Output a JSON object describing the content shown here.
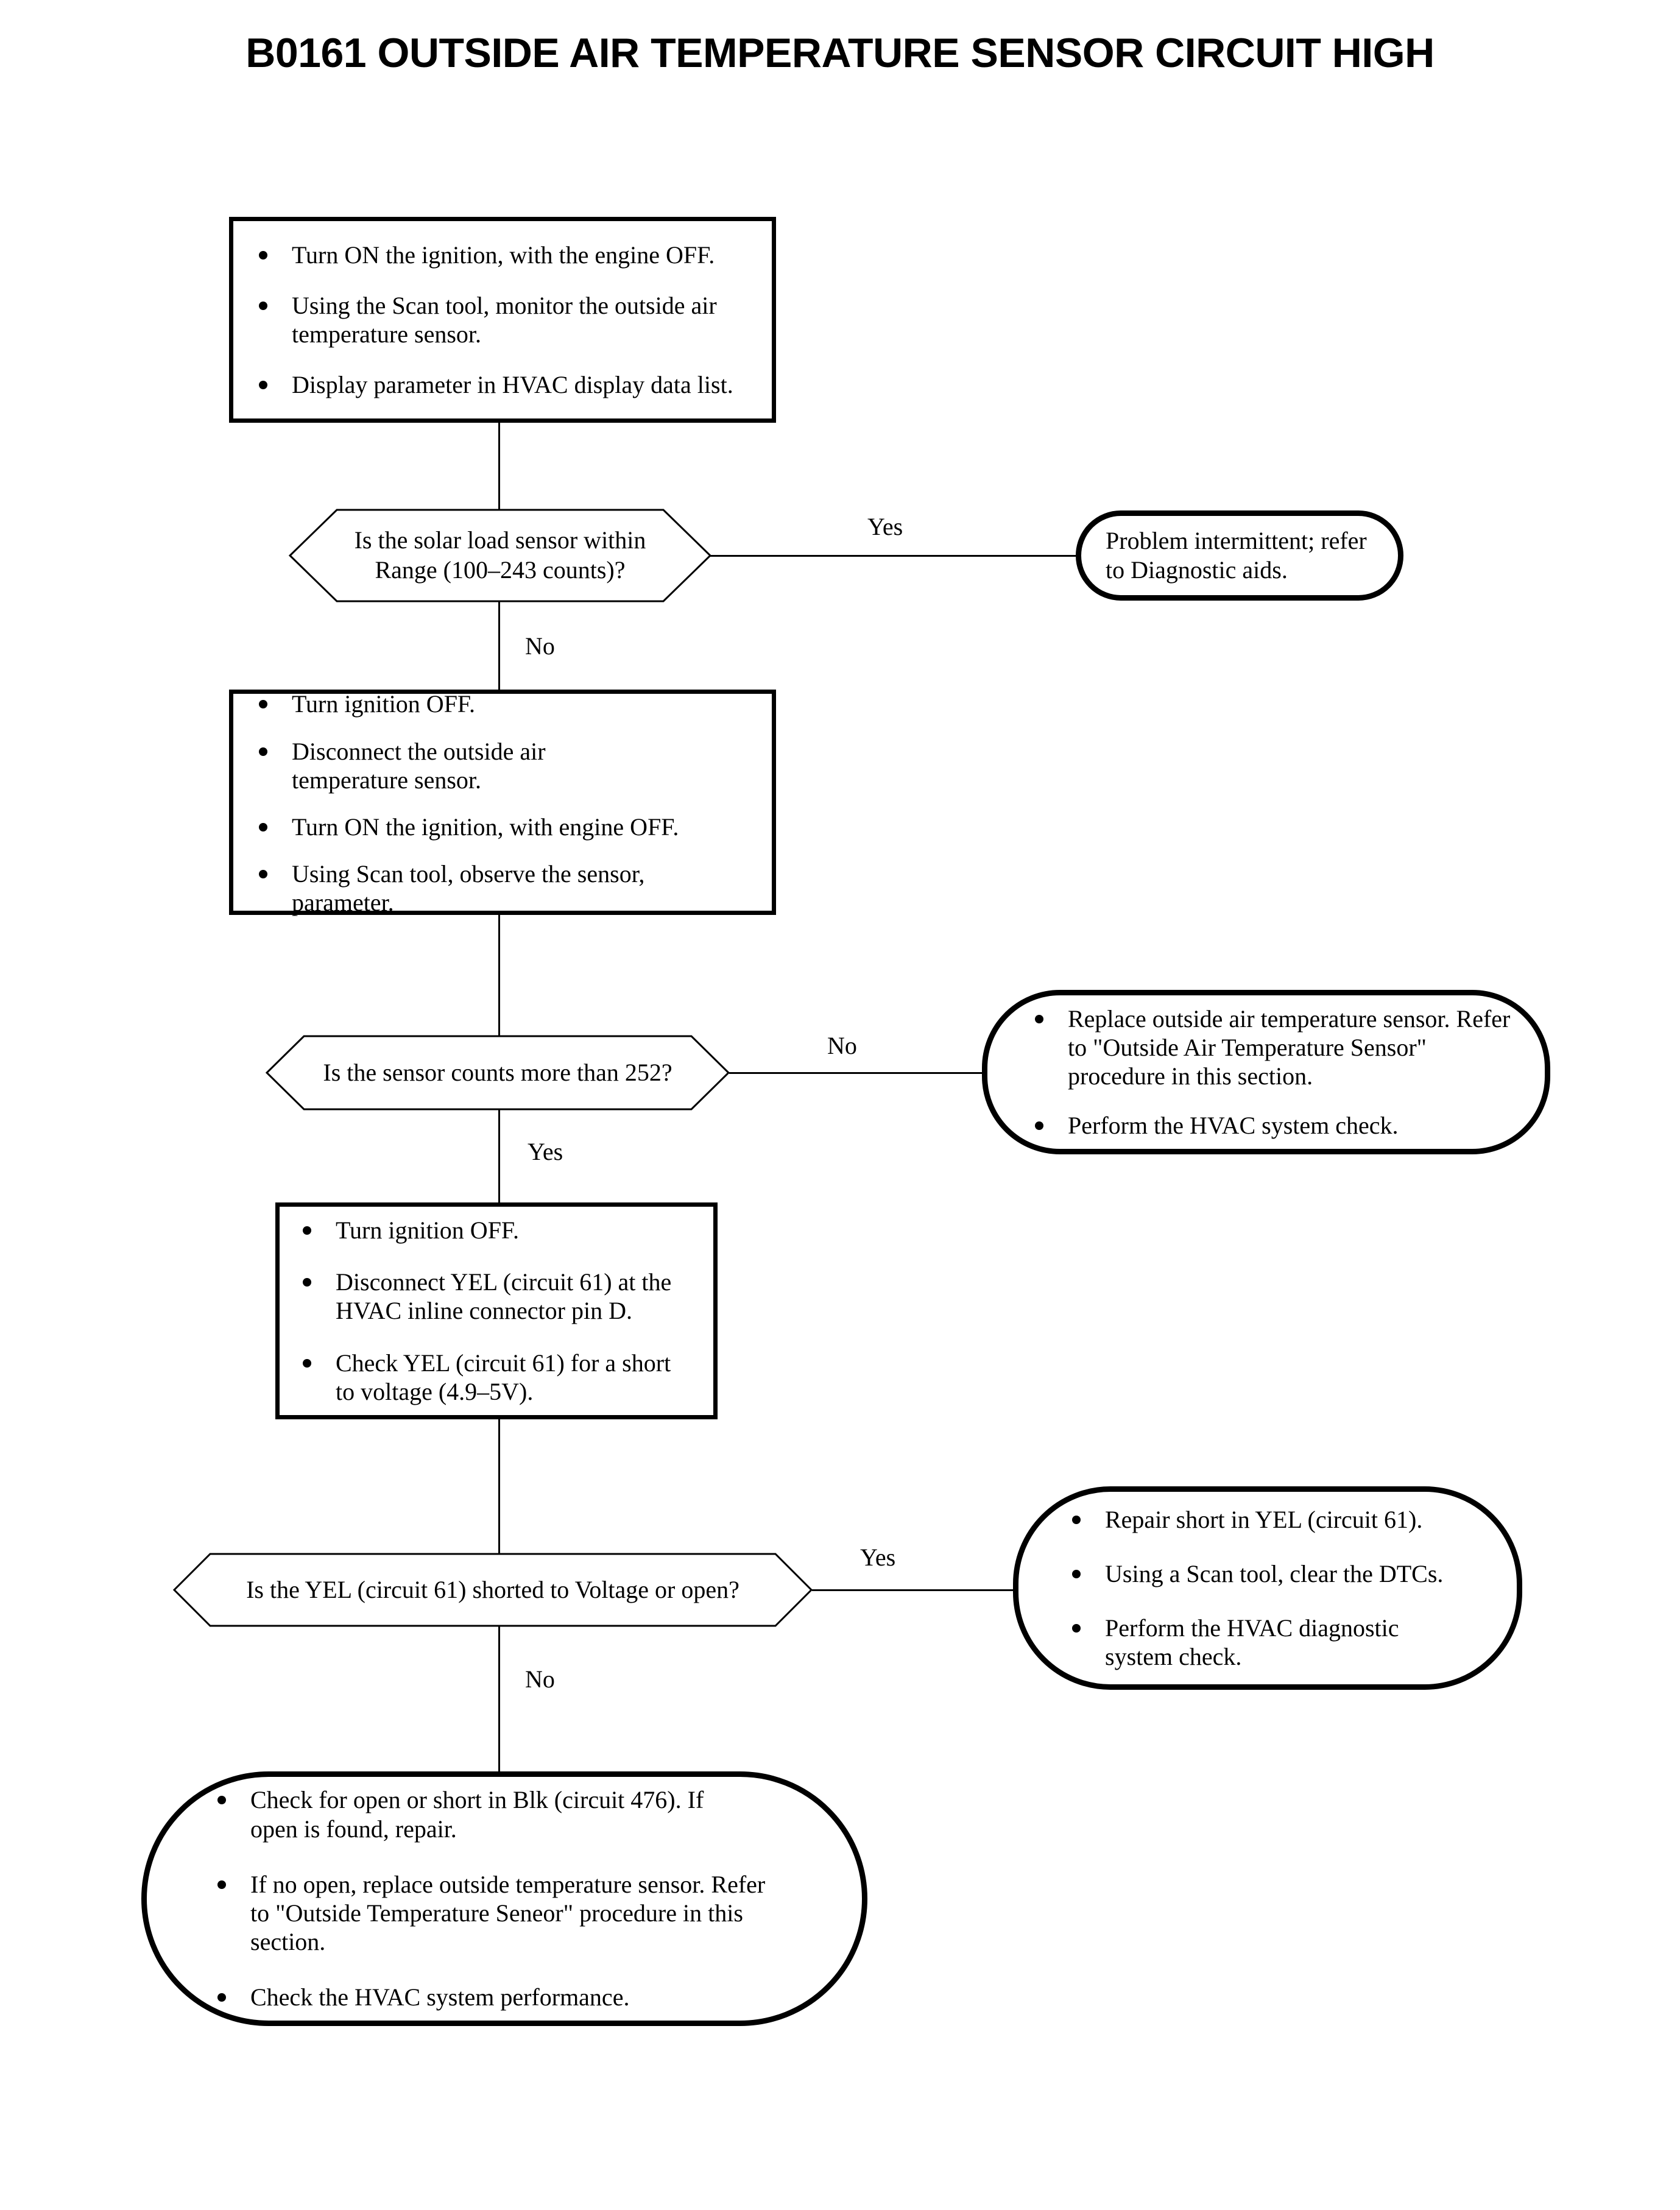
{
  "title": "B0161 OUTSIDE AIR TEMPERATURE SENSOR CIRCUIT HIGH",
  "flow": {
    "step1": {
      "name": "initial-check-box",
      "bullets": [
        "Turn ON the ignition, with the engine OFF.",
        "Using the Scan tool, monitor the outside air temperature sensor.",
        "Display parameter in HVAC display data list."
      ]
    },
    "decision1": {
      "name": "solar-load-sensor-range-decision",
      "text_line1": "Is the solar load sensor within",
      "text_line2": "Range (100–243 counts)?",
      "yes_label": "Yes",
      "no_label": "No"
    },
    "result1": {
      "name": "problem-intermittent-terminator",
      "line1": "Problem intermittent; refer",
      "line2": "to Diagnostic aids."
    },
    "step2": {
      "name": "disconnect-sensor-box",
      "bullets": [
        "Turn ignition OFF.",
        "Disconnect the outside air temperature sensor.",
        "Turn ON the ignition, with engine OFF.",
        "Using Scan tool, observe the sensor, parameter."
      ]
    },
    "decision2": {
      "name": "sensor-counts-decision",
      "text": "Is the sensor counts more than 252?",
      "no_label": "No",
      "yes_label": "Yes"
    },
    "result2": {
      "name": "replace-sensor-terminator",
      "bullets": [
        "Replace outside air temperature sensor. Refer to \"Outside Air Temperature Sensor\" procedure in this section.",
        "Perform the HVAC system check."
      ]
    },
    "step3": {
      "name": "check-yel-circuit-box",
      "bullets": [
        "Turn ignition OFF.",
        "Disconnect YEL (circuit 61) at the HVAC inline connector pin D.",
        "Check YEL (circuit 61) for a short to voltage (4.9–5V)."
      ]
    },
    "decision3": {
      "name": "yel-shorted-decision",
      "text": "Is the YEL (circuit 61) shorted to Voltage or open?",
      "yes_label": "Yes",
      "no_label": "No"
    },
    "result3": {
      "name": "repair-short-terminator",
      "bullets": [
        "Repair short in YEL (circuit 61).",
        "Using a Scan tool, clear the DTCs.",
        "Perform the HVAC diagnostic system check."
      ]
    },
    "result4": {
      "name": "check-blk-circuit-terminator",
      "bullets": [
        "Check for open or short in Blk (circuit 476). If open is found, repair.",
        "If no open, replace outside temperature sensor. Refer to \"Outside Temperature Seneor\" procedure in this section.",
        "Check the HVAC system performance."
      ]
    }
  },
  "colors": {
    "stroke": "#000000",
    "background": "#ffffff"
  }
}
